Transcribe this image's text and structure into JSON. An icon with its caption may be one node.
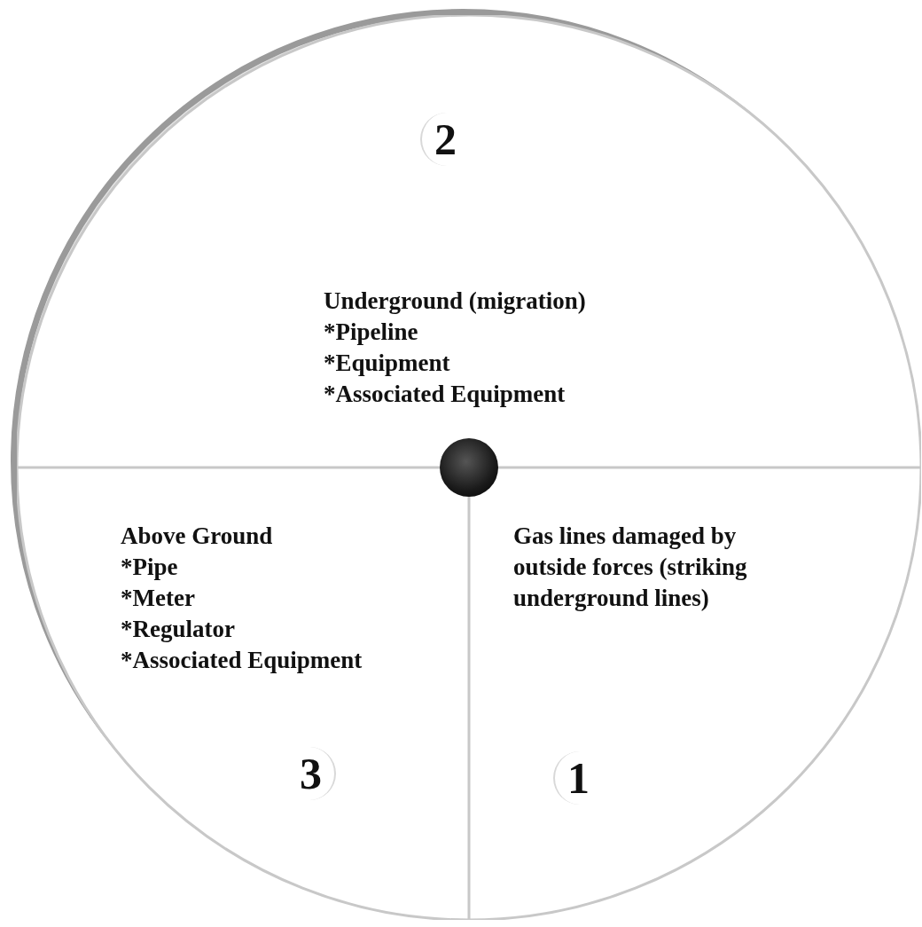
{
  "diagram": {
    "nodes": [
      {
        "text": [],
        "shape": "circle"
      },
      {
        "text": [
          "2",
          "Underground (migration)",
          "*Pipeline",
          "*Equipment",
          "*Associated Equipment"
        ],
        "in": 0
      },
      {
        "text": [
          "Above Ground",
          "*Pipe",
          "*Meter",
          "*Regulator",
          "*Associated Equipment",
          "3"
        ],
        "in": 0
      },
      {
        "text": [
          "Gas lines damaged by outside forces (striking underground lines)",
          "1"
        ],
        "in": 0
      },
      {
        "text": [],
        "shape": "circle",
        "in": 0
      }
    ],
    "edges": []
  }
}
